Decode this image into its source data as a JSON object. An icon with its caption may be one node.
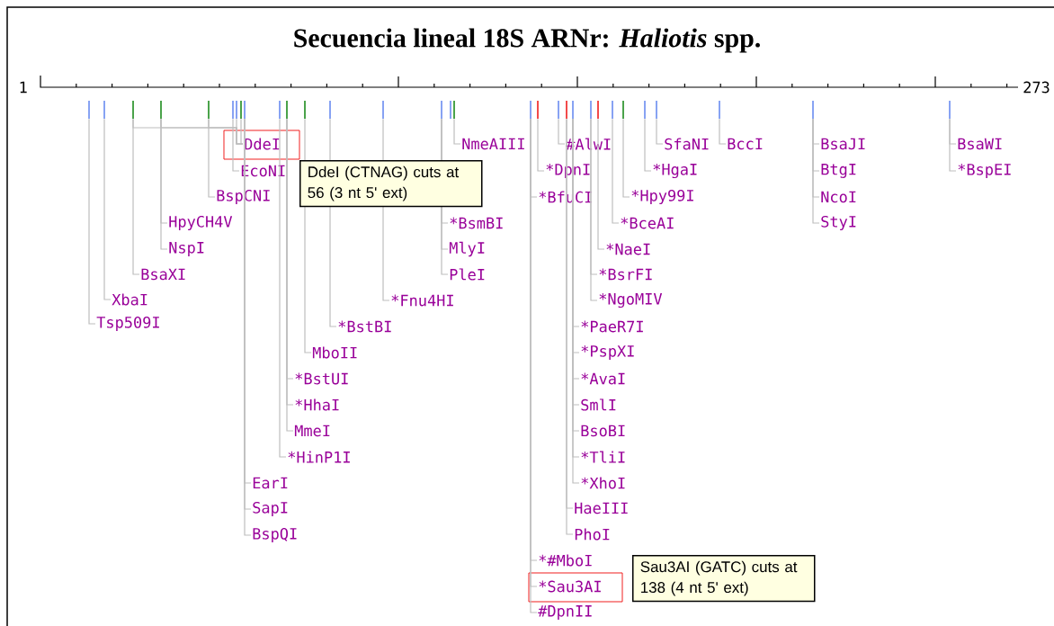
{
  "diagram": {
    "title": "Secuencia lineal 18S ARNr: *Haliotis* spp.",
    "nodes": [
      {
        "text": [],
        "shape": "bar"
      },
      {
        "text": [],
        "shape": "bar"
      },
      {
        "text": [],
        "shape": "bar"
      },
      {
        "text": [],
        "shape": "bar"
      },
      {
        "text": [],
        "shape": "bar"
      },
      {
        "text": [],
        "shape": "bar"
      },
      {
        "text": [],
        "shape": "bar"
      },
      {
        "text": [],
        "shape": "bar"
      },
      {
        "text": [],
        "shape": "bar"
      },
      {
        "text": [],
        "shape": "bar"
      },
      {
        "text": [],
        "shape": "bar"
      },
      {
        "text": [],
        "shape": "bar"
      },
      {
        "text": [],
        "shape": "bar"
      },
      {
        "text": [],
        "shape": "bar"
      },
      {
        "text": [],
        "shape": "bar"
      },
      {
        "text": [],
        "shape": "bar"
      },
      {
        "text": [],
        "shape": "bar"
      },
      {
        "text": [],
        "shape": "bar"
      },
      {
        "text": [],
        "shape": "bar"
      },
      {
        "text": [],
        "shape": "bar"
      },
      {
        "text": [],
        "shape": "bar"
      },
      {
        "text": [],
        "shape": "bar"
      },
      {
        "text": [],
        "shape": "bar"
      },
      {
        "text": [],
        "shape": "bar"
      },
      {
        "text": [],
        "shape": "bar"
      },
      {
        "text": [],
        "shape": "bar"
      },
      {
        "text": [],
        "shape": "bar"
      },
      {
        "text": [],
        "shape": "bar"
      },
      {
        "text": [],
        "shape": "bar"
      },
      {
        "text": [],
        "shape": "bar"
      },
      {
        "text": [],
        "shape": "bar"
      },
      {
        "text": [
          "Tsp509I"
        ]
      },
      {
        "text": [
          "XbaI"
        ]
      },
      {
        "text": [
          "BsaXI"
        ]
      },
      {
        "text": [
          "HpyCH4V"
        ]
      },
      {
        "text": [
          "NspI"
        ]
      },
      {
        "text": [
          "BspCNI"
        ]
      },
      {
        "text": [
          "DdeI"
        ]
      },
      {
        "text": [
          "EcoNI"
        ]
      },
      {
        "text": [
          "EarI"
        ]
      },
      {
        "text": [
          "SapI"
        ]
      },
      {
        "text": [
          "BspQI"
        ]
      },
      {
        "text": [
          "*HinP1I"
        ]
      },
      {
        "text": [
          "*BstUI"
        ]
      },
      {
        "text": [
          "*HhaI"
        ]
      },
      {
        "text": [
          "MmeI"
        ]
      },
      {
        "text": [
          "MboII"
        ]
      },
      {
        "text": [
          "*BstBI"
        ]
      },
      {
        "text": [
          "*Fnu4HI"
        ]
      },
      {
        "text": [
          "*BsmBI"
        ]
      },
      {
        "text": [
          "MlyI"
        ]
      },
      {
        "text": [
          "PleI"
        ]
      },
      {
        "text": [
          "NmeAIII"
        ]
      },
      {
        "text": [
          "*BfuCI"
        ]
      },
      {
        "text": [
          "*#MboI"
        ]
      },
      {
        "text": [
          "*Sau3AI"
        ]
      },
      {
        "text": [
          "#DpnII"
        ]
      },
      {
        "text": [
          "*DpnI"
        ]
      },
      {
        "text": [
          "#AlwI"
        ]
      },
      {
        "text": [
          "HaeIII"
        ]
      },
      {
        "text": [
          "PhoI"
        ]
      },
      {
        "text": [
          "*PaeR7I"
        ]
      },
      {
        "text": [
          "*PspXI"
        ]
      },
      {
        "text": [
          "*AvaI"
        ]
      },
      {
        "text": [
          "SmlI"
        ]
      },
      {
        "text": [
          "BsoBI"
        ]
      },
      {
        "text": [
          "*TliI"
        ]
      },
      {
        "text": [
          "*XhoI"
        ]
      },
      {
        "text": [
          "*BsrFI"
        ]
      },
      {
        "text": [
          "*NgoMIV"
        ]
      },
      {
        "text": [
          "*NaeI"
        ]
      },
      {
        "text": [
          "*BceAI"
        ]
      },
      {
        "text": [
          "*Hpy99I"
        ]
      },
      {
        "text": [
          "*HgaI"
        ]
      },
      {
        "text": [
          "SfaNI"
        ]
      },
      {
        "text": [
          "BccI"
        ]
      },
      {
        "text": [
          "BsaJI"
        ]
      },
      {
        "text": [
          "BtgI"
        ]
      },
      {
        "text": [
          "NcoI"
        ]
      },
      {
        "text": [
          "StyI"
        ]
      },
      {
        "text": [
          "BsaWI"
        ]
      },
      {
        "text": [
          "*BspEI"
        ]
      },
      {
        "text": [
          "DdeI (CTNAG) cuts at 56 (3 nt 5' ext)"
        ]
      },
      {
        "text": [
          "Sau3AI (GATC) cuts at 138 (4 nt 5' ext)"
        ]
      }
    ],
    "edges": [
      {
        "from": 31,
        "to": 0,
        "arrow": "none"
      },
      {
        "from": 32,
        "to": 1,
        "arrow": "none"
      },
      {
        "from": 33,
        "to": 2,
        "arrow": "none"
      },
      {
        "from": 34,
        "to": 3,
        "arrow": "none"
      },
      {
        "from": 35,
        "to": 3,
        "arrow": "none"
      },
      {
        "from": 36,
        "to": 4,
        "arrow": "none"
      },
      {
        "from": 37,
        "to": 2,
        "arrow": "none"
      },
      {
        "from": 37,
        "to": 3,
        "arrow": "none"
      },
      {
        "from": 37,
        "to": 4,
        "arrow": "none"
      },
      {
        "from": 37,
        "to": 6,
        "arrow": "none"
      },
      {
        "from": 37,
        "to": 7,
        "arrow": "none"
      },
      {
        "from": 38,
        "to": 5,
        "arrow": "none"
      },
      {
        "from": 39,
        "to": 8,
        "arrow": "none"
      },
      {
        "from": 40,
        "to": 8,
        "arrow": "none"
      },
      {
        "from": 41,
        "to": 8,
        "arrow": "none"
      },
      {
        "from": 42,
        "to": 9,
        "arrow": "none"
      },
      {
        "from": 43,
        "to": 10,
        "arrow": "none"
      },
      {
        "from": 44,
        "to": 10,
        "arrow": "none"
      },
      {
        "from": 45,
        "to": 10,
        "arrow": "none"
      },
      {
        "from": 46,
        "to": 11,
        "arrow": "none"
      },
      {
        "from": 47,
        "to": 12,
        "arrow": "none"
      },
      {
        "from": 48,
        "to": 13,
        "arrow": "none"
      },
      {
        "from": 49,
        "to": 14,
        "arrow": "none"
      },
      {
        "from": 50,
        "to": 14,
        "arrow": "none"
      },
      {
        "from": 51,
        "to": 14,
        "arrow": "none"
      },
      {
        "from": 52,
        "to": 16,
        "arrow": "none"
      },
      {
        "from": 53,
        "to": 17,
        "arrow": "none"
      },
      {
        "from": 54,
        "to": 17,
        "arrow": "none"
      },
      {
        "from": 55,
        "to": 17,
        "arrow": "none"
      },
      {
        "from": 56,
        "to": 17,
        "arrow": "none"
      },
      {
        "from": 57,
        "to": 18,
        "arrow": "none"
      },
      {
        "from": 58,
        "to": 19,
        "arrow": "none"
      },
      {
        "from": 59,
        "to": 20,
        "arrow": "none"
      },
      {
        "from": 60,
        "to": 20,
        "arrow": "none"
      },
      {
        "from": 61,
        "to": 21,
        "arrow": "none"
      },
      {
        "from": 62,
        "to": 21,
        "arrow": "none"
      },
      {
        "from": 63,
        "to": 21,
        "arrow": "none"
      },
      {
        "from": 64,
        "to": 21,
        "arrow": "none"
      },
      {
        "from": 65,
        "to": 21,
        "arrow": "none"
      },
      {
        "from": 66,
        "to": 21,
        "arrow": "none"
      },
      {
        "from": 67,
        "to": 21,
        "arrow": "none"
      },
      {
        "from": 68,
        "to": 22,
        "arrow": "none"
      },
      {
        "from": 69,
        "to": 22,
        "arrow": "none"
      },
      {
        "from": 70,
        "to": 23,
        "arrow": "none"
      },
      {
        "from": 71,
        "to": 24,
        "arrow": "none"
      },
      {
        "from": 72,
        "to": 25,
        "arrow": "none"
      },
      {
        "from": 73,
        "to": 26,
        "arrow": "none"
      },
      {
        "from": 74,
        "to": 27,
        "arrow": "none"
      },
      {
        "from": 75,
        "to": 28,
        "arrow": "none"
      },
      {
        "from": 76,
        "to": 29,
        "arrow": "none"
      },
      {
        "from": 77,
        "to": 29,
        "arrow": "none"
      },
      {
        "from": 78,
        "to": 29,
        "arrow": "none"
      },
      {
        "from": 79,
        "to": 29,
        "arrow": "none"
      },
      {
        "from": 80,
        "to": 30,
        "arrow": "none"
      },
      {
        "from": 81,
        "to": 30,
        "arrow": "none"
      }
    ],
    "labels": [
      "1",
      "273"
    ]
  }
}
